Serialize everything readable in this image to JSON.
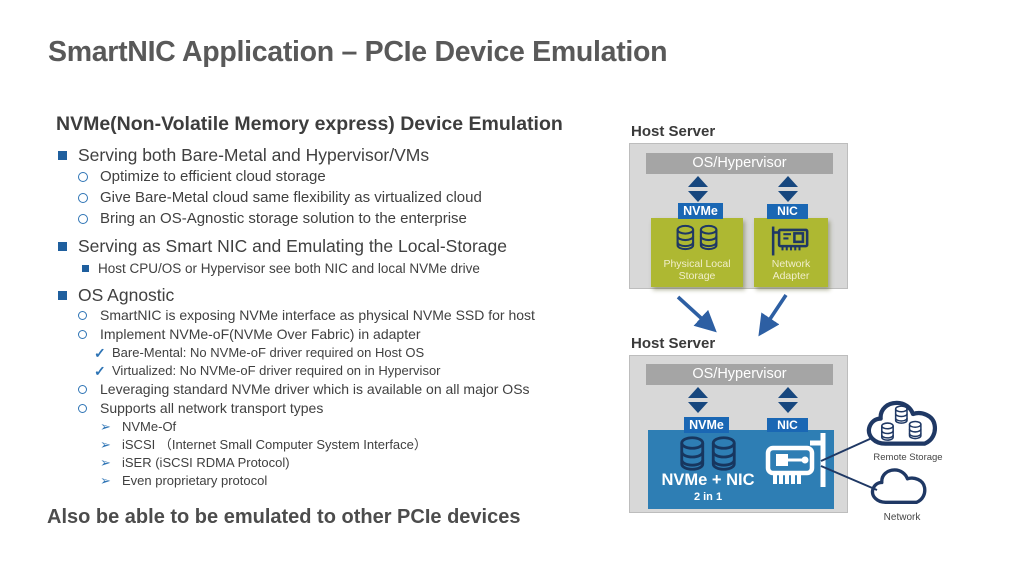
{
  "slide": {
    "title": "SmartNIC Application – PCIe Device Emulation"
  },
  "content": {
    "heading": "NVMe(Non-Volatile Memory express) Device Emulation",
    "items": [
      {
        "text": "Serving both Bare-Metal and Hypervisor/VMs"
      },
      {
        "text": "Optimize to efficient cloud storage"
      },
      {
        "text": "Give Bare-Metal cloud same flexibility as virtualized cloud"
      },
      {
        "text": "Bring an OS-Agnostic storage solution to the enterprise"
      },
      {
        "text": "Serving as Smart NIC and Emulating the Local-Storage"
      },
      {
        "text": "Host CPU/OS or Hypervisor see both NIC and local NVMe drive"
      },
      {
        "text": "OS Agnostic"
      },
      {
        "text": "SmartNIC is exposing NVMe interface as physical NVMe SSD for host"
      },
      {
        "text": "Implement NVMe-oF(NVMe Over Fabric) in adapter"
      },
      {
        "text": "Bare-Mental: No NVMe-oF driver required on Host OS"
      },
      {
        "text": "Virtualized: No NVMe-oF driver required on in Hypervisor"
      },
      {
        "text": "Leveraging standard NVMe driver which is available on all major OSs"
      },
      {
        "text": "Supports all network transport types"
      },
      {
        "text": "NVMe-Of"
      },
      {
        "text": "iSCSI （Internet Small Computer System Interface）"
      },
      {
        "text": "iSER (iSCSI RDMA Protocol)"
      },
      {
        "text": "Even proprietary protocol"
      }
    ],
    "footer": "Also be able to be emulated to other PCIe devices"
  },
  "diagram_top": {
    "label": "Host Server",
    "os_bar": "OS/Hypervisor",
    "nvme_label": "NVMe",
    "nic_label": "NIC",
    "storage_caption": "Physical Local Storage",
    "adapter_caption": "Network Adapter"
  },
  "diagram_bottom": {
    "label": "Host Server",
    "os_bar": "OS/Hypervisor",
    "nvme_label": "NVMe",
    "nic_label": "NIC",
    "combo_title": "NVMe + NIC",
    "combo_subtitle": "2 in 1"
  },
  "clouds": {
    "remote_storage_label": "Remote Storage",
    "network_label": "Network"
  },
  "icons": {
    "check": "✓",
    "arrow_bullet": "➢"
  },
  "colors": {
    "title_gray": "#595959",
    "body_gray": "#404040",
    "bullet_blue": "#1F5F9E",
    "accent_blue": "#2E74B5",
    "chip_blue": "#1A67B4",
    "navy": "#1F3864",
    "olive_green": "#AEB832",
    "inner_blue": "#2E7EB4",
    "bar_gray": "#A5A5A5",
    "box_gray": "#D8D8D8",
    "connector_blue": "#2D5FA3"
  }
}
